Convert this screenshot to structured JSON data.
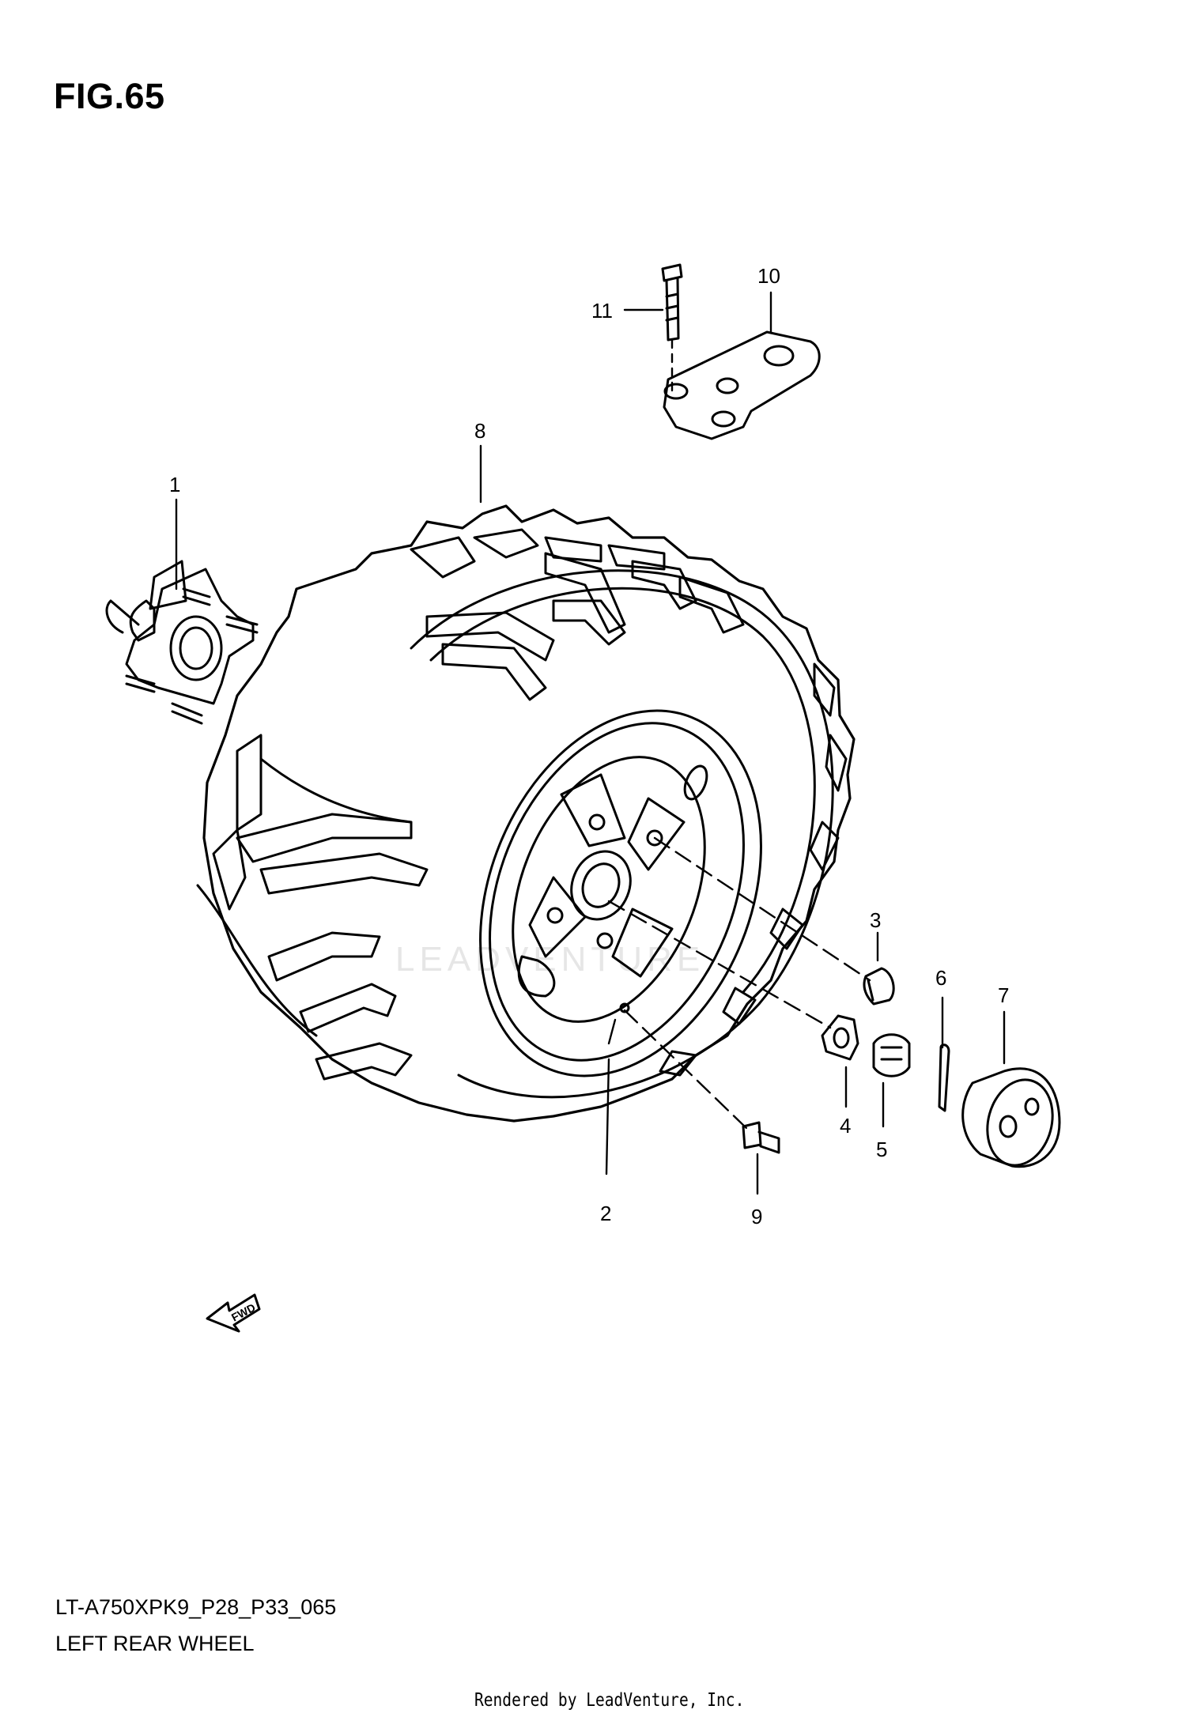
{
  "figure": {
    "title": "FIG.65"
  },
  "watermark": "LEADVENTURE",
  "callouts": [
    {
      "id": "1",
      "part": "hub"
    },
    {
      "id": "2",
      "part": "rim"
    },
    {
      "id": "3",
      "part": "wheel-nut"
    },
    {
      "id": "4",
      "part": "washer"
    },
    {
      "id": "5",
      "part": "castle-nut"
    },
    {
      "id": "6",
      "part": "cotter-pin"
    },
    {
      "id": "7",
      "part": "hub-cap"
    },
    {
      "id": "8",
      "part": "tire"
    },
    {
      "id": "9",
      "part": "valve"
    },
    {
      "id": "10",
      "part": "bracket"
    },
    {
      "id": "11",
      "part": "bolt"
    }
  ],
  "fwd_label": "FWD",
  "footer": {
    "model_code": "LT-A750XPK9_P28_P33_065",
    "section_name": "LEFT REAR WHEEL",
    "credit": "Rendered by LeadVenture, Inc."
  }
}
